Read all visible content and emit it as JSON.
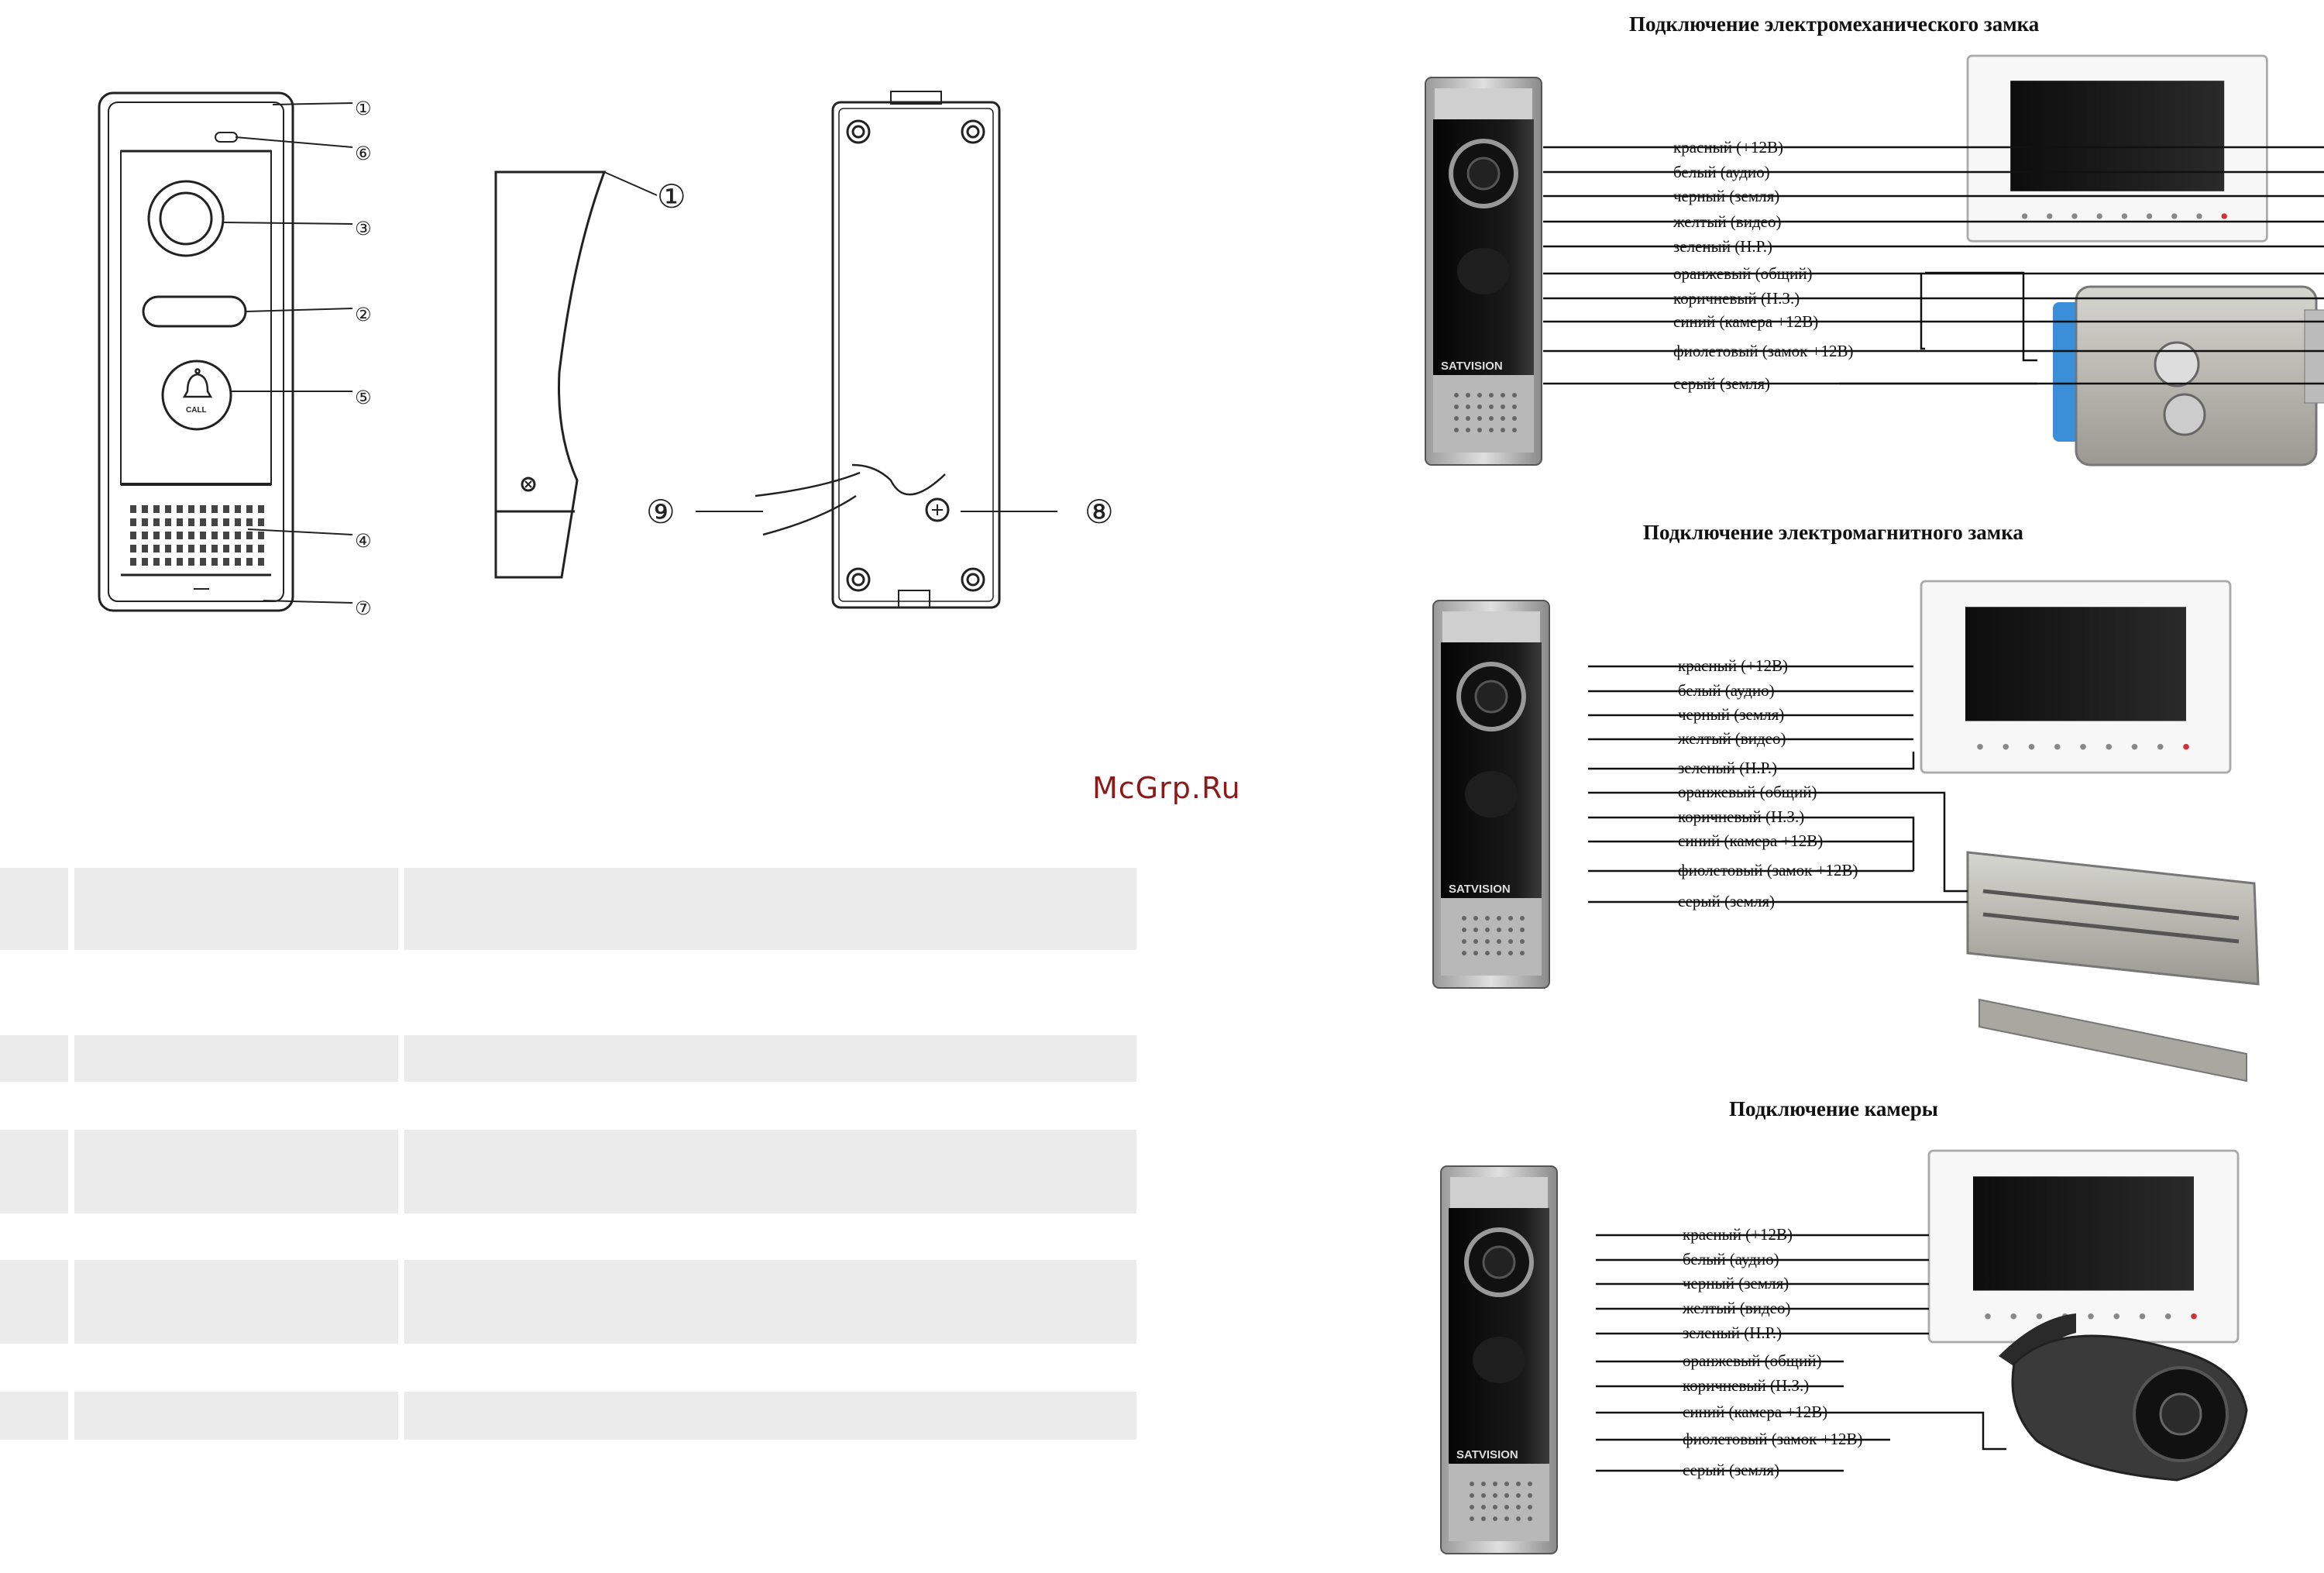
{
  "watermark": "McGrp.Ru",
  "callouts": [
    "①",
    "⑥",
    "③",
    "②",
    "⑤",
    "④",
    "⑦",
    "①",
    "⑨",
    "⑧"
  ],
  "call_button_label": "CALL",
  "brand": "SATVISION",
  "sections": [
    {
      "title": "Подключение электромеханического замка"
    },
    {
      "title": "Подключение электромагнитного замка"
    },
    {
      "title": "Подключение камеры"
    }
  ],
  "wires": [
    "красный (+12В)",
    "белый (аудио)",
    "черный (земля)",
    "желтый (видео)",
    "зеленый (Н.Р.)",
    "оранжевый (общий)",
    "коричневый (Н.З.)",
    "синий (камера +12В)",
    "фиолетовый (замок +12В)",
    "серый (земля)"
  ],
  "table_rows": 5
}
